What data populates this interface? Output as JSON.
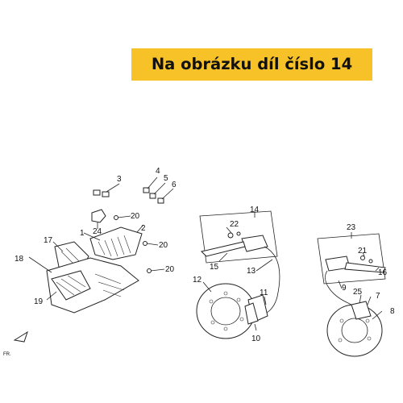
{
  "banner": {
    "text": "Na obrázku díl číslo 14",
    "background": "#f6c227"
  },
  "diagram": {
    "direction_label": "FR.",
    "callouts": [
      {
        "id": "c1",
        "label": "1"
      },
      {
        "id": "c2",
        "label": "2"
      },
      {
        "id": "c3",
        "label": "3"
      },
      {
        "id": "c4",
        "label": "4"
      },
      {
        "id": "c5",
        "label": "5"
      },
      {
        "id": "c6",
        "label": "6"
      },
      {
        "id": "c7",
        "label": "7"
      },
      {
        "id": "c8",
        "label": "8"
      },
      {
        "id": "c9",
        "label": "9"
      },
      {
        "id": "c10",
        "label": "10"
      },
      {
        "id": "c11",
        "label": "11"
      },
      {
        "id": "c12",
        "label": "12"
      },
      {
        "id": "c13",
        "label": "13"
      },
      {
        "id": "c14",
        "label": "14"
      },
      {
        "id": "c15",
        "label": "15"
      },
      {
        "id": "c16",
        "label": "16"
      },
      {
        "id": "c17",
        "label": "17"
      },
      {
        "id": "c18",
        "label": "18"
      },
      {
        "id": "c19",
        "label": "19"
      },
      {
        "id": "c20a",
        "label": "20"
      },
      {
        "id": "c20b",
        "label": "20"
      },
      {
        "id": "c20c",
        "label": "20"
      },
      {
        "id": "c21",
        "label": "21"
      },
      {
        "id": "c22",
        "label": "22"
      },
      {
        "id": "c23",
        "label": "23"
      },
      {
        "id": "c24",
        "label": "24"
      },
      {
        "id": "c25",
        "label": "25"
      }
    ]
  }
}
